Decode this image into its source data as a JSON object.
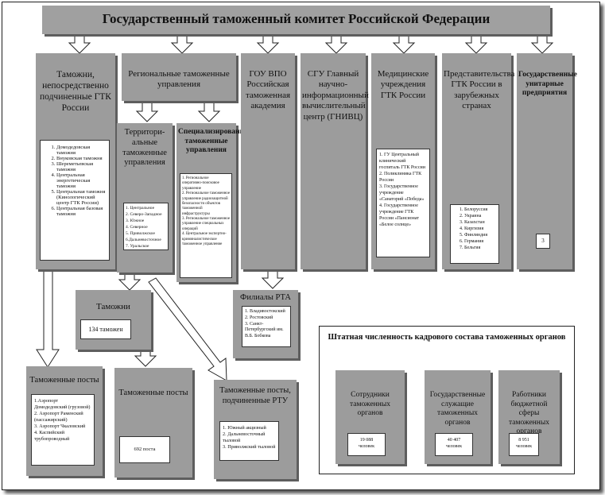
{
  "title": "Государственный таможенный комитет Российской Федерации",
  "col_customs": {
    "title": "Таможни, непосредственно подчиненные ГТК России",
    "items": [
      "Домодедовская таможня",
      "Внуковская таможня",
      "Шереметьевская таможня",
      "Центральная энергетическая таможня",
      "Центральная таможня (Кинологический центр ГТК России)",
      "Центральная базовая таможня"
    ]
  },
  "col_regional": {
    "title": "Региональные таможенные управления",
    "territorial": {
      "title": "Территори-альные таможенные управления",
      "items": [
        "1. Центральное",
        "2. Северо-Западное",
        "3. Южное",
        "4. Северное",
        "5. Приволжское",
        "6.Дальневосточное",
        "7. Уральское"
      ]
    },
    "special": {
      "title": "Специализированные таможенные управления",
      "items": [
        "1. Региональное оперативно-поисковое управление",
        "2. Региональное таможенное управление радиозащитной безопасности объектов таможенной инфраструктуры",
        "3. Региональное таможенное управление специальных операций",
        "4. Центральное экспертно-криминалистическое таможенное управление"
      ]
    }
  },
  "col_academy": {
    "title": "ГОУ ВПО Российская таможенная академия",
    "branches": {
      "title": "Филиалы РТА",
      "items": [
        "1. Владивостокский",
        "2. Ростовский",
        "3. Санкт-Петербургский им. В.Б. Бобкова"
      ]
    }
  },
  "col_sgu": {
    "title": "СГУ Главный научно-информационный вычислительный центр (ГНИВЦ)"
  },
  "col_medical": {
    "title": "Медицинские учреждения ГТК России",
    "items": [
      "1. ГУ Центральный клинический госпиталь ГТК России",
      "2. Поликлиника ГТК России",
      "3. Государственное учреждение «Санаторий «Победа»",
      "4. Государственное учреждение ГТК России «Пансионат «Белое солнце»"
    ]
  },
  "col_abroad": {
    "title": "Представительства ГТК России в зарубежных странах",
    "items": [
      "Белоруссия",
      "Украина",
      "Казахстан",
      "Киргизия",
      "Финляндия",
      "Германия",
      "Бельгия"
    ]
  },
  "col_unitary": {
    "title": "Государственные унитарные предприятия",
    "value": "3"
  },
  "customs_count": {
    "title": "Таможни",
    "value": "134 таможен"
  },
  "posts_direct": {
    "title": "Таможенные посты",
    "items": [
      "1.Аэропорт Домодедовский (грузовой)",
      "2. Аэропорт Раменский (пассажирский)",
      "3. Аэропорт Чкаловский",
      "4. Каспийский трубопроводный"
    ]
  },
  "posts_count": {
    "title": "Таможенные посты",
    "value": "692 поста"
  },
  "posts_rtu": {
    "title": "Таможенные посты, подчиненные РТУ",
    "items": [
      "1. Южный акцизный",
      "2. Дальневосточный тыловой",
      "3. Приволжский тыловой"
    ]
  },
  "staff": {
    "title": "Штатная численность кадрового состава таможенных органов",
    "cards": [
      {
        "label": "Сотрудники таможенных органов",
        "value": "19 088",
        "unit": "человек"
      },
      {
        "label": "Государственные служащие таможенных органов",
        "value": "40 407",
        "unit": "человек"
      },
      {
        "label": "Работники бюджетной сферы таможенных органов",
        "value": "8 951",
        "unit": "человек"
      }
    ]
  }
}
